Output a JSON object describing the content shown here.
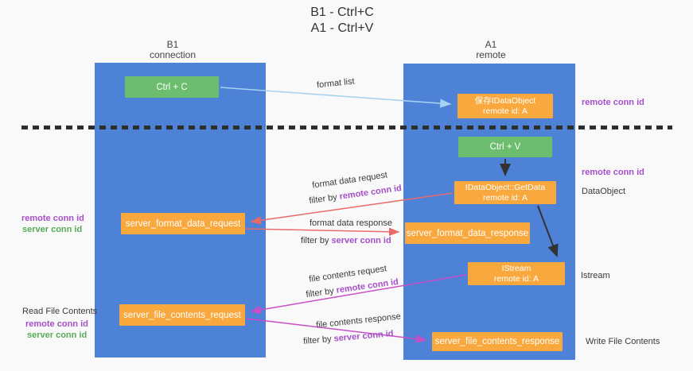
{
  "title": {
    "line1": "B1 - Ctrl+C",
    "line2": "A1 - Ctrl+V"
  },
  "columns": {
    "left": {
      "name": "B1",
      "role": "connection"
    },
    "right": {
      "name": "A1",
      "role": "remote"
    }
  },
  "boxes": {
    "ctrl_c": {
      "label": "Ctrl + C"
    },
    "save_idataobject": {
      "line1": "保存IDataObject",
      "line2": "remote id: A"
    },
    "ctrl_v": {
      "label": "Ctrl + V"
    },
    "getdata": {
      "line1": "IDataObject::GetData",
      "line2": "remote id: A"
    },
    "format_request": {
      "label": "server_format_data_request"
    },
    "format_response": {
      "label": "server_format_data_response"
    },
    "istream": {
      "line1": "IStream",
      "line2": "remote id: A"
    },
    "file_request": {
      "label": "server_file_contents_request"
    },
    "file_response": {
      "label": "server_file_contents_response"
    }
  },
  "arrow_labels": {
    "format_list": "format list",
    "format_data_request": "format data request",
    "format_data_response": "format data response",
    "file_contents_request": "file contents request",
    "file_contents_response": "file contents response",
    "filter_by": "filter by ",
    "remote_conn_id": "remote conn id",
    "server_conn_id": "server conn id"
  },
  "side_labels": {
    "remote_conn_id": "remote conn id",
    "server_conn_id": "server conn id",
    "dataobject": "DataObject",
    "istream": "Istream",
    "read_file_contents": "Read File Contents",
    "write_file_contents": "Write File Contents"
  },
  "colors": {
    "column_blue": "#4d82d6",
    "box_green": "#6cbe6e",
    "box_orange": "#f9a83e",
    "label_purple": "#a54fc8",
    "label_green": "#55ab57",
    "arrow_red": "#e96a6a",
    "arrow_magenta": "#c94fc9",
    "arrow_lightblue": "#a5d2f3",
    "arrow_black": "#333333"
  }
}
